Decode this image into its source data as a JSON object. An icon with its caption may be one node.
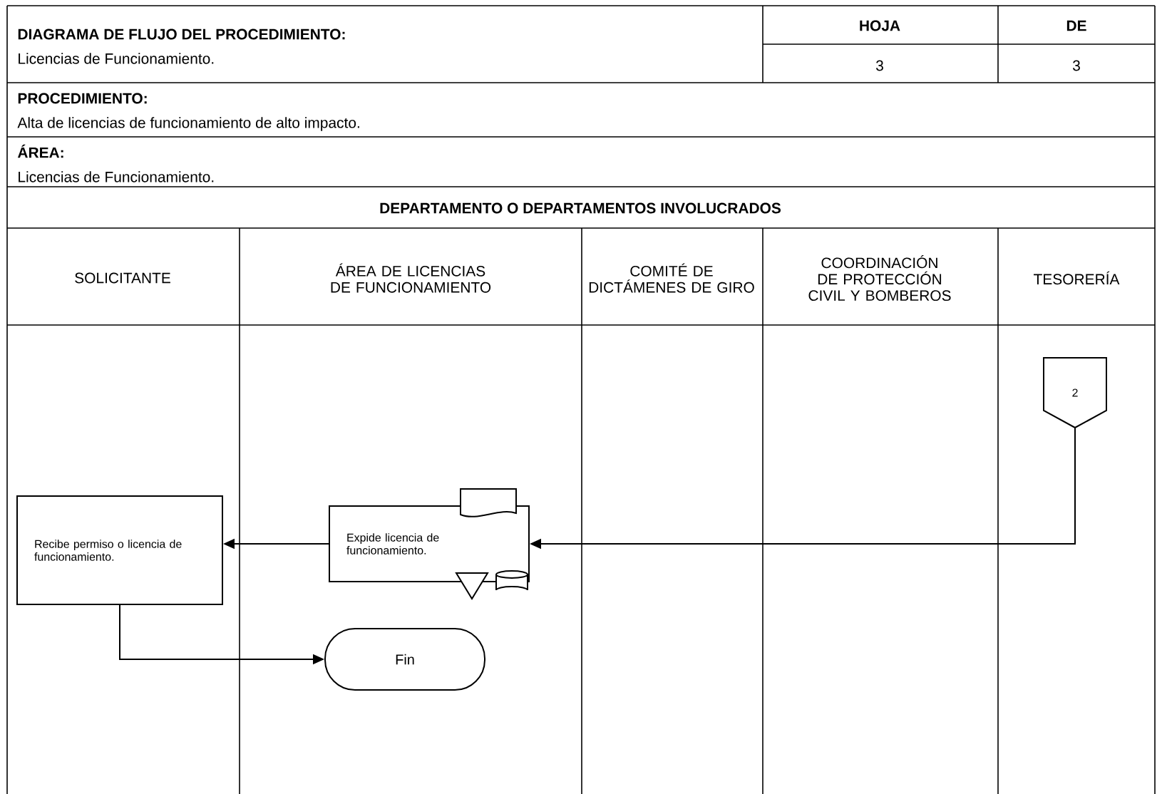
{
  "diagram": {
    "nodes": [
      {
        "text": [
          "2"
        ]
      },
      {
        "text": [
          "Expide licencia de funcionamiento."
        ]
      },
      {
        "text": [
          "Recibe permiso o licencia de funcionamiento."
        ]
      },
      {
        "text": [
          "Fin"
        ]
      }
    ],
    "edges": [
      {
        "from": 0,
        "to": 1,
        "arrow": "to"
      },
      {
        "from": 1,
        "to": 2,
        "arrow": "to"
      },
      {
        "from": 2,
        "to": 3,
        "arrow": "to"
      }
    ],
    "labels": [
      "DIAGRAMA DE FLUJO DEL PROCEDIMIENTO:",
      "Licencias de Funcionamiento.",
      "HOJA",
      "DE",
      "3",
      "3",
      "PROCEDIMIENTO:",
      "Alta de licencias de funcionamiento de alto impacto.",
      "ÁREA:",
      "Licencias de Funcionamiento.",
      "DEPARTAMENTO O DEPARTAMENTOS INVOLUCRADOS",
      "SOLICITANTE",
      "ÁREA DE LICENCIAS DE FUNCIONAMIENTO",
      "COMITÉ DE DICTÁMENES DE GIRO",
      "COORDINACIÓN DE PROTECCIÓN CIVIL Y BOMBEROS",
      "TESORERÍA"
    ]
  }
}
